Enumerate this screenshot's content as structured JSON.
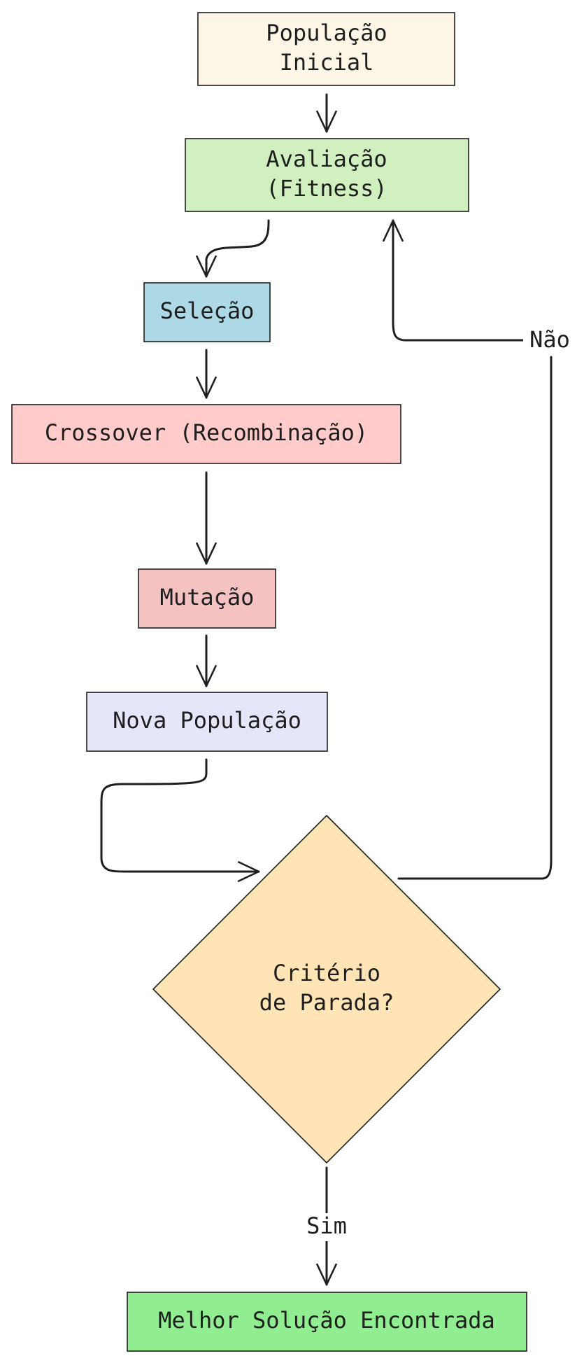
{
  "nodes": {
    "inicial": {
      "lines": [
        "População",
        "Inicial"
      ],
      "fill": "#fdf5e6"
    },
    "avaliacao": {
      "lines": [
        "Avaliação",
        "(Fitness)"
      ],
      "fill": "#d0f0c0"
    },
    "selecao": {
      "lines": [
        "Seleção"
      ],
      "fill": "#add8e6"
    },
    "crossover": {
      "lines": [
        "Crossover (Recombinação)"
      ],
      "fill": "#ffcccb"
    },
    "mutacao": {
      "lines": [
        "Mutação"
      ],
      "fill": "#f4c2c2"
    },
    "nova": {
      "lines": [
        "Nova População"
      ],
      "fill": "#e6e6fa"
    },
    "criterio": {
      "lines": [
        "Critério",
        "de Parada?"
      ],
      "fill": "#ffe4b5"
    },
    "melhor": {
      "lines": [
        "Melhor Solução Encontrada"
      ],
      "fill": "#90ee90"
    }
  },
  "edges": {
    "nao": "Não",
    "sim": "Sim"
  }
}
